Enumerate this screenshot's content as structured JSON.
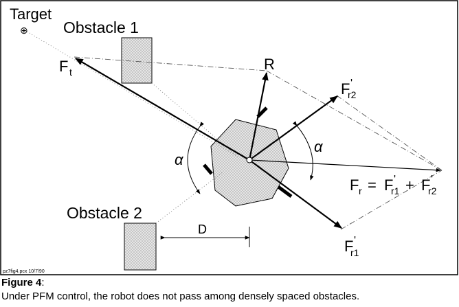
{
  "figure": {
    "labels": {
      "target": "Target",
      "obstacle1": "Obstacle 1",
      "obstacle2": "Obstacle 2",
      "ft_main": "F",
      "ft_sub": "t",
      "r": "R",
      "fr2_main": "F",
      "fr2_sub": "r2",
      "fr1_main": "F",
      "fr1_sub": "r1",
      "alpha": "α",
      "d": "D",
      "eq_f": "F",
      "eq_fsub": "r",
      "eq_eq": "=",
      "eq_f1": "F",
      "eq_f1sub": "r1",
      "eq_plus": "+",
      "eq_f2": "F",
      "eq_f2sub": "r2",
      "prime": "'",
      "file_stamp": "pz7fig4.pcx  10/7/90"
    },
    "target_symbol": "⊕"
  },
  "caption": {
    "title": "Figure 4",
    "title_suffix": ":",
    "text": "Under PFM control, the robot does not pass among densely spaced obstacles."
  }
}
